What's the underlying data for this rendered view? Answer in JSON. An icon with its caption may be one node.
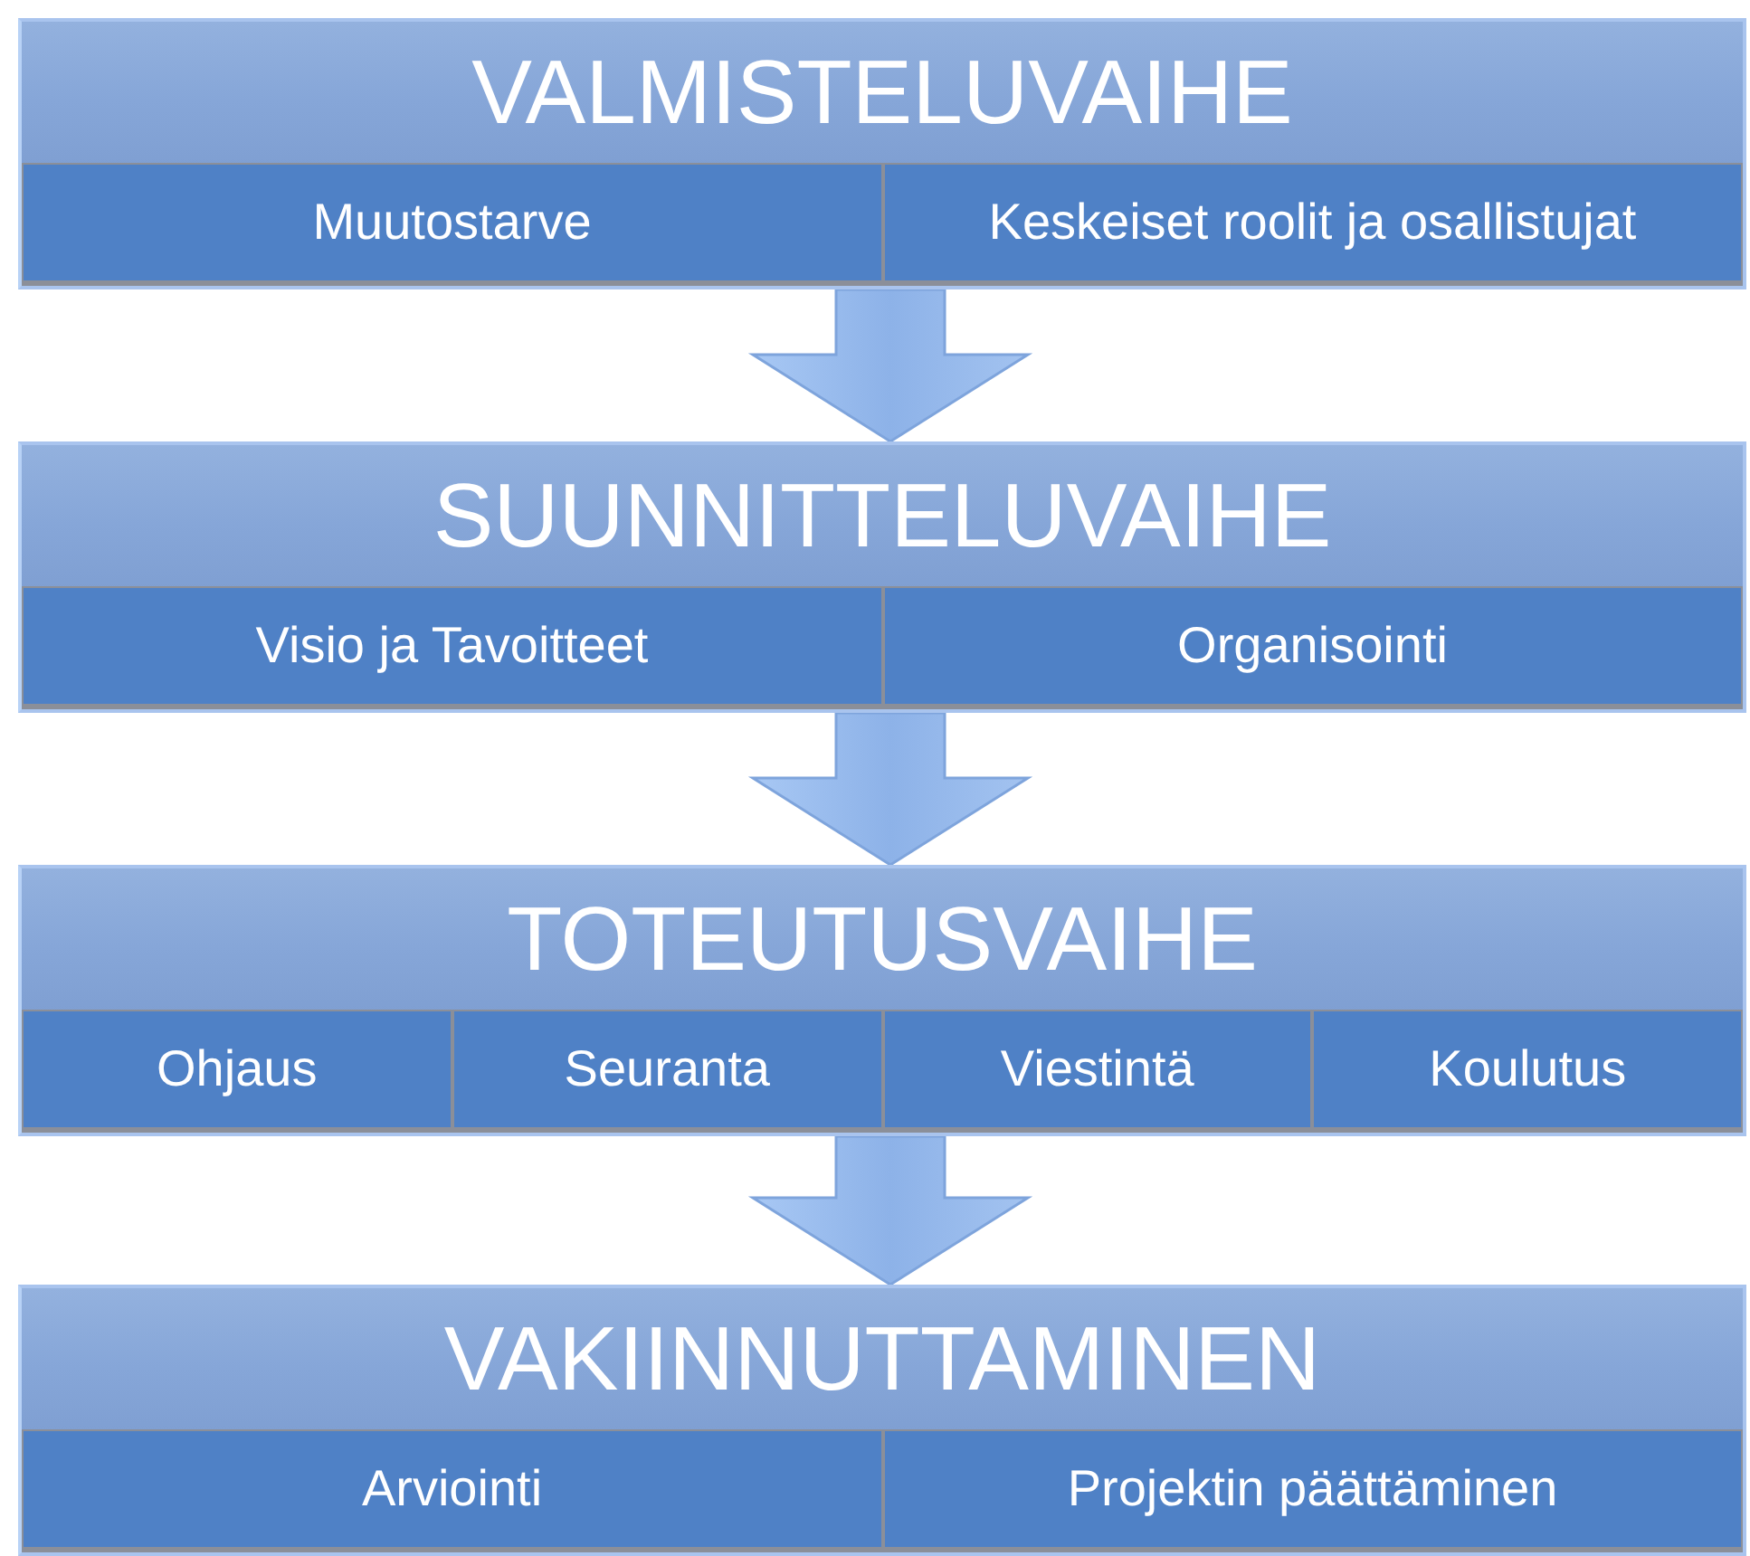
{
  "diagram": {
    "nodes": [
      {
        "text": [
          "VALMISTELUVAIHE"
        ]
      },
      {
        "text": [
          "Muutostarve"
        ],
        "in": 0
      },
      {
        "text": [
          "Keskeiset roolit ja osallistujat"
        ],
        "in": 0
      },
      {
        "text": [
          "SUUNNITTELUVAIHE"
        ]
      },
      {
        "text": [
          "Visio ja Tavoitteet"
        ],
        "in": 3
      },
      {
        "text": [
          "Organisointi"
        ],
        "in": 3
      },
      {
        "text": [
          "TOTEUTUSVAIHE"
        ]
      },
      {
        "text": [
          "Ohjaus"
        ],
        "in": 6
      },
      {
        "text": [
          "Seuranta"
        ],
        "in": 6
      },
      {
        "text": [
          "Viestintä"
        ],
        "in": 6
      },
      {
        "text": [
          "Koulutus"
        ],
        "in": 6
      },
      {
        "text": [
          "VAKIINNUTTAMINEN"
        ]
      },
      {
        "text": [
          "Arviointi"
        ],
        "in": 11
      },
      {
        "text": [
          "Projektin päättäminen"
        ],
        "in": 11
      }
    ],
    "edges": [
      {
        "from": 0,
        "to": 3,
        "arrow": "to",
        "style": "thick"
      },
      {
        "from": 3,
        "to": 6,
        "arrow": "to",
        "style": "thick"
      },
      {
        "from": 6,
        "to": 11,
        "arrow": "to",
        "style": "thick"
      }
    ]
  }
}
